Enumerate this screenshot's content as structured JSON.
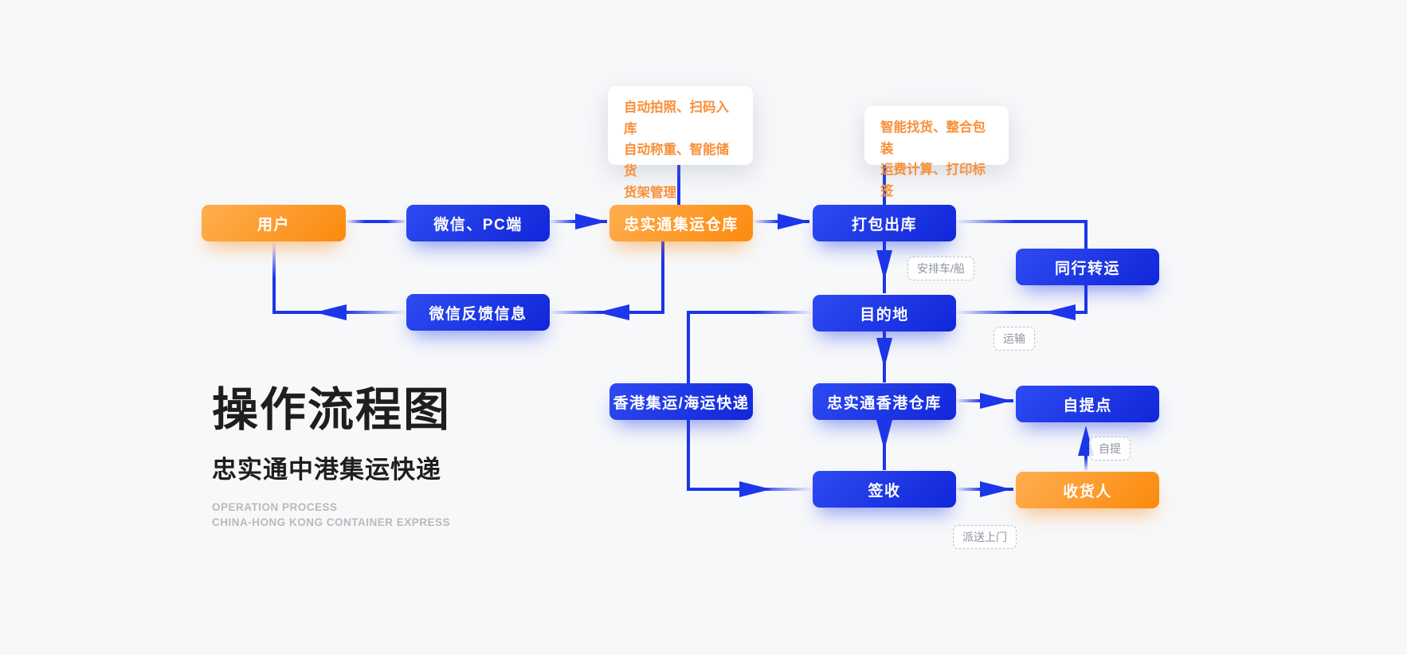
{
  "title": {
    "heading": "操作流程图",
    "subheading": "忠实通中港集运快递",
    "caption_line1": "OPERATION PROCESS",
    "caption_line2": "CHINA-HONG KONG CONTAINER EXPRESS"
  },
  "notes": {
    "inbound": {
      "text": "自动拍照、扫码入库\n自动称重、智能储货\n货架管理"
    },
    "outbound": {
      "text": "智能找货、整合包装\n运费计算、打印标签"
    }
  },
  "nodes": {
    "user": {
      "label": "用户",
      "style": "orange"
    },
    "wechat_pc": {
      "label": "微信、PC端",
      "style": "blue"
    },
    "zst_warehouse": {
      "label": "忠实通集运仓库",
      "style": "orange"
    },
    "pack_out": {
      "label": "打包出库",
      "style": "blue"
    },
    "peer_transfer": {
      "label": "同行转运",
      "style": "blue"
    },
    "wechat_feedback": {
      "label": "微信反馈信息",
      "style": "blue"
    },
    "destination": {
      "label": "目的地",
      "style": "blue"
    },
    "hk_express": {
      "label": "香港集运/海运快递",
      "style": "blue"
    },
    "zst_hk_warehouse": {
      "label": "忠实通香港仓库",
      "style": "blue"
    },
    "pickup_point": {
      "label": "自提点",
      "style": "blue"
    },
    "sign": {
      "label": "签收",
      "style": "blue"
    },
    "receiver": {
      "label": "收货人",
      "style": "orange"
    }
  },
  "edge_labels": {
    "arrange_vehicle": "安排车/船",
    "transport": "运输",
    "self_pickup": "自提",
    "home_delivery": "派送上门"
  },
  "colors": {
    "background": "#f7f8fa",
    "connector": "#1c36e9",
    "box_blue_start": "#2e4bf2",
    "box_blue_end": "#1126d9",
    "box_orange_start": "#ffae51",
    "box_orange_end": "#fb8a0c",
    "note_text": "#f89038",
    "caption_text": "#b9babc",
    "tag_text": "#8d939f"
  }
}
